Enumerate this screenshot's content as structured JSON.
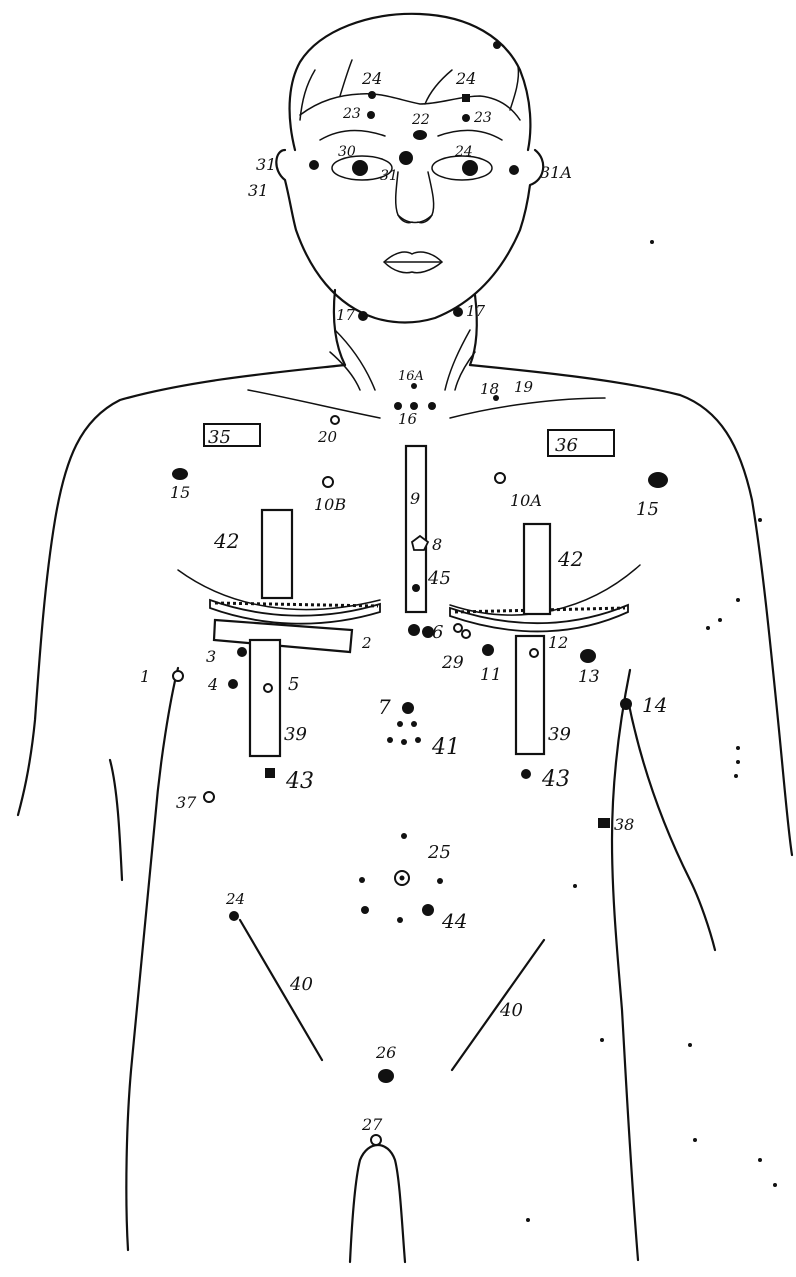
{
  "labels": {
    "l24a": "24",
    "l24b": "24",
    "l23a": "23",
    "l22": "22",
    "l23b": "23",
    "l30": "30",
    "l24eye": "24",
    "l31a": "31",
    "l31b": "31",
    "l31c": "31",
    "l31A": "31A",
    "l17a": "17",
    "l17b": "17",
    "l16A": "16A",
    "l16": "16",
    "l18": "18",
    "l19": "19",
    "l20": "20",
    "l35": "35",
    "l36": "36",
    "l15a": "15",
    "l15b": "15",
    "l10B": "10B",
    "l10A": "10A",
    "l9": "9",
    "l8": "8",
    "l45": "45",
    "l42a": "42",
    "l42b": "42",
    "l2": "2",
    "l6": "6",
    "l12": "12",
    "l3": "3",
    "l4": "4",
    "l5": "5",
    "l1": "1",
    "l29": "29",
    "l11": "11",
    "l13": "13",
    "l14": "14",
    "l7": "7",
    "l41": "41",
    "l39a": "39",
    "l39b": "39",
    "l43a": "43",
    "l43b": "43",
    "l37": "37",
    "l38": "38",
    "l25": "25",
    "l24c": "24",
    "l44": "44",
    "l40a": "40",
    "l40b": "40",
    "l26": "26",
    "l27": "27"
  }
}
